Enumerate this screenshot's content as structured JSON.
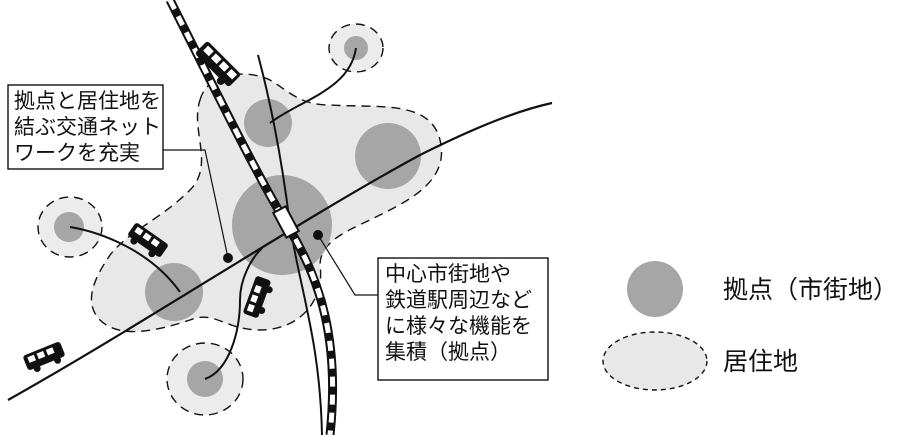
{
  "callouts": {
    "network": {
      "lines": [
        "拠点と居住地を",
        "結ぶ交通ネット",
        "ワークを充実"
      ]
    },
    "center": {
      "lines": [
        "中心市街地や",
        "鉄道駅周辺など",
        "に様々な機能を",
        "集積（拠点）"
      ]
    }
  },
  "legend": {
    "base_label": "拠点（市街地）",
    "residential_label": "居住地"
  },
  "colors": {
    "base_fill": "#a6a6a6",
    "residential_fill": "#e8e8e8",
    "line": "#111111"
  },
  "icons": [
    "bus-icon",
    "train-station-icon"
  ]
}
